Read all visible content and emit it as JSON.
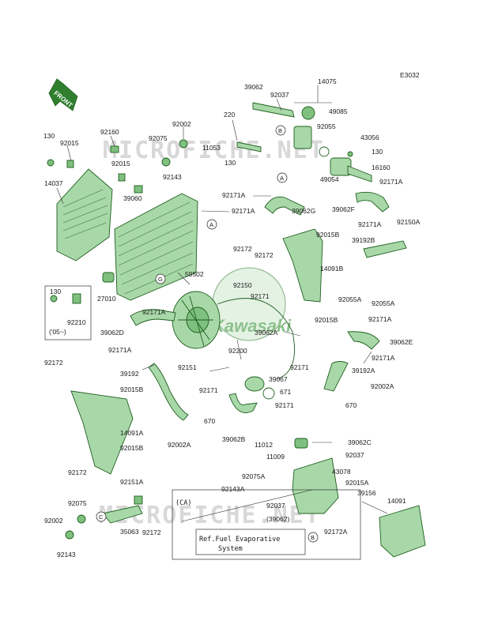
{
  "diagram_code": "E3032",
  "front_label": "FRONT",
  "watermarks": [
    "MICROFICHE.NET",
    "MICROFICHE.NET"
  ],
  "brand_logo_text": "Kawasaki",
  "callouts": {
    "A": "A",
    "B": "B",
    "C": "C",
    "G": "G"
  },
  "notes": {
    "year_note": "('05~)",
    "ca_label": "(CA)",
    "evap_line1": "Ref.Fuel Evaporative",
    "evap_line2": "System"
  },
  "part_labels": {
    "p14075": "14075",
    "p39062_top": "39062",
    "p92037_top": "92037",
    "p49085": "49085",
    "p220": "220",
    "p92002_top": "92002",
    "p92055": "92055",
    "p43056": "43056",
    "p130_tl": "130",
    "p92015_tl": "92015",
    "p92160": "92160",
    "p92075_top": "92075",
    "p11053": "11053",
    "p130_r": "130",
    "p16160": "16160",
    "p14037": "14037",
    "p92015_mid": "92015",
    "p92143_top": "92143",
    "p130_mid": "130",
    "p49054": "49054",
    "p92171A_r1": "92171A",
    "p39060": "39060",
    "p92171A_c1": "92171A",
    "p92171A_c2": "92171A",
    "p39062G": "39062G",
    "p39062F": "39062F",
    "p92171A_r2": "92171A",
    "p92150A": "92150A",
    "p92015B_r": "92015B",
    "p92172_mid": "92172",
    "p39192B": "39192B",
    "p92172_mid2": "92172",
    "p14091B": "14091B",
    "p59502": "59502",
    "p92150": "92150",
    "p130_l": "130",
    "p27010": "27010",
    "p92210": "92210",
    "p92171": "92171",
    "p92055A_1": "92055A",
    "p92055A_2": "92055A",
    "p92171A_l": "92171A",
    "p92015B_r2": "92015B",
    "p92171A_r3": "92171A",
    "p39062D": "39062D",
    "p39062A": "39062A",
    "p39062E": "39062E",
    "p92171A_l2": "92171A",
    "p92200": "92200",
    "p92171A_r4": "92171A",
    "p92172_l": "92172",
    "p39192": "39192",
    "p92151": "92151",
    "p92171_c": "92171",
    "p39192A": "39192A",
    "p39067": "39067",
    "p92015B_l": "92015B",
    "p92171_c2": "92171",
    "p671": "671",
    "p92002A_r": "92002A",
    "p92171_c3": "92171",
    "p670_r": "670",
    "p14091A": "14091A",
    "p670_c": "670",
    "p39062B": "39062B",
    "p92002A_c": "92002A",
    "p11012": "11012",
    "p39062C": "39062C",
    "p92015B_l2": "92015B",
    "p11009": "11009",
    "p92037_b": "92037",
    "p92172_l2": "92172",
    "p92075A": "92075A",
    "p43078": "43078",
    "p92151A": "92151A",
    "p92143A": "92143A",
    "p92015A": "92015A",
    "p39156": "39156",
    "p14091": "14091",
    "p92075_l": "92075",
    "p92037_b2": "92037",
    "p39062_paren": "(39062)",
    "p92002_l": "92002",
    "p35063": "35063",
    "p92172_b": "92172",
    "p92172A": "92172A",
    "p92143_l": "92143"
  }
}
